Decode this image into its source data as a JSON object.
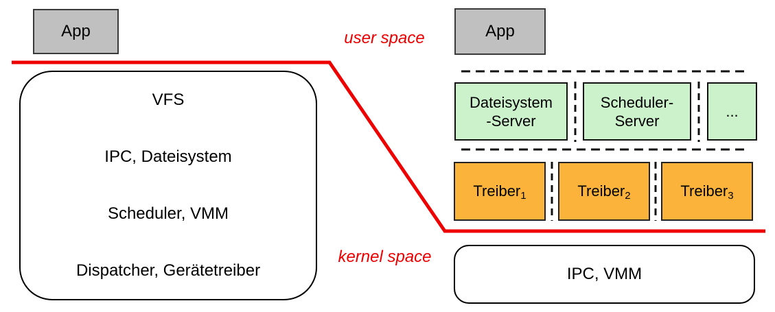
{
  "boundary_labels": {
    "user_space": "user space",
    "kernel_space": "kernel space"
  },
  "monolithic": {
    "app_label": "App",
    "kernel_layers": [
      "VFS",
      "IPC, Dateisystem",
      "Scheduler, VMM",
      "Dispatcher, Gerätetreiber"
    ]
  },
  "microkernel": {
    "app_label": "App",
    "servers": [
      "Dateisystem\n-Server",
      "Scheduler-\nServer",
      "..."
    ],
    "drivers": [
      {
        "base": "Treiber",
        "sub": "1"
      },
      {
        "base": "Treiber",
        "sub": "2"
      },
      {
        "base": "Treiber",
        "sub": "3"
      }
    ],
    "kernel_label": "IPC, VMM"
  },
  "colors": {
    "app_fill": "#c0c0c0",
    "server_fill": "#ccf2cc",
    "driver_fill": "#fbb33c",
    "boundary_red": "#ee0000",
    "line_black": "#111111"
  }
}
